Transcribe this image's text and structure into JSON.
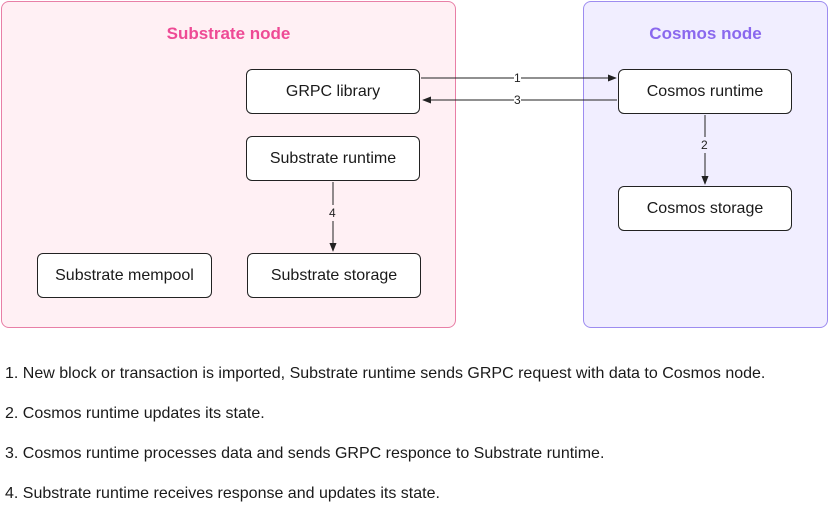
{
  "panels": {
    "substrate": {
      "title": "Substrate node"
    },
    "cosmos": {
      "title": "Cosmos node"
    }
  },
  "nodes": {
    "grpc_library": "GRPC library",
    "substrate_runtime": "Substrate runtime",
    "substrate_storage": "Substrate storage",
    "substrate_mempool": "Substrate mempool",
    "cosmos_runtime": "Cosmos runtime",
    "cosmos_storage": "Cosmos storage"
  },
  "edges": [
    {
      "label": "1",
      "from": "GRPC library",
      "to": "Cosmos runtime"
    },
    {
      "label": "3",
      "from": "Cosmos runtime",
      "to": "GRPC library"
    },
    {
      "label": "2",
      "from": "Cosmos runtime",
      "to": "Cosmos storage"
    },
    {
      "label": "4",
      "from": "Substrate runtime",
      "to": "Substrate storage"
    }
  ],
  "notes": [
    "1. New block or transaction is imported, Substrate runtime sends GRPC request with data to Cosmos node.",
    "2. Cosmos runtime updates its state.",
    "3. Cosmos runtime processes data and sends GRPC responce to Substrate runtime.",
    "4. Substrate runtime receives response and updates its state."
  ],
  "colors": {
    "substrate_accent": "#ee4a95",
    "substrate_bg": "#fff0f4",
    "cosmos_accent": "#8a68ee",
    "cosmos_bg": "#f1eeff"
  }
}
